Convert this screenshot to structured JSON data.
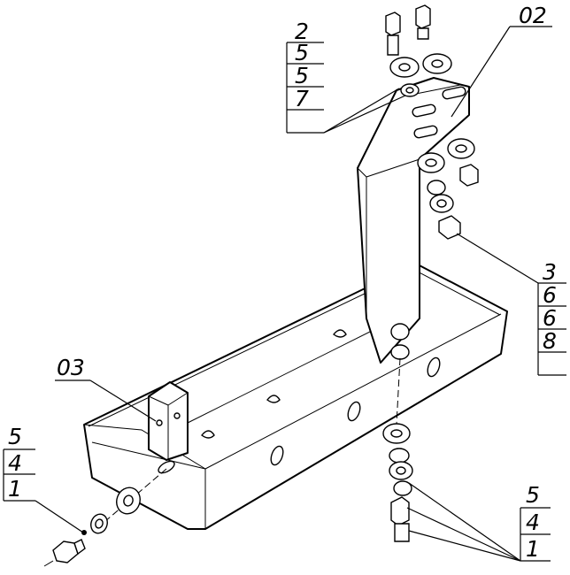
{
  "stacks": {
    "top_left": [
      "2",
      "5",
      "5",
      "7"
    ],
    "right_mid": [
      "3",
      "6",
      "6",
      "8"
    ],
    "left_bottom": [
      "5",
      "4",
      "1"
    ],
    "right_bottom": [
      "5",
      "4",
      "1"
    ]
  },
  "parts": {
    "bracket": "02",
    "tray": "03"
  }
}
